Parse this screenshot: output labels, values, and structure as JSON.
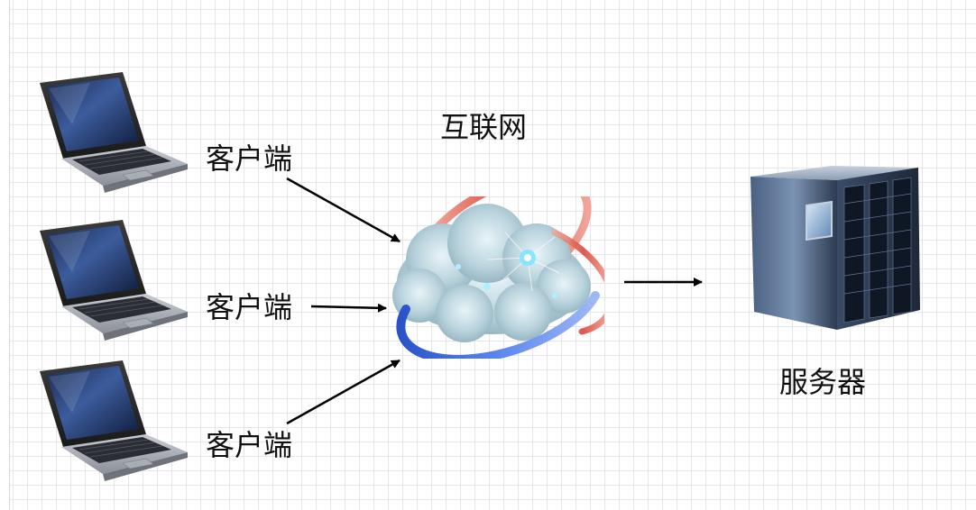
{
  "diagram": {
    "clients": [
      {
        "label": "客户端",
        "icon": "laptop-icon"
      },
      {
        "label": "客户端",
        "icon": "laptop-icon"
      },
      {
        "label": "客户端",
        "icon": "laptop-icon"
      }
    ],
    "internet": {
      "label": "互联网",
      "icon": "cloud-network-icon"
    },
    "server": {
      "label": "服务器",
      "icon": "server-rack-icon"
    },
    "colors": {
      "grid": "#e6e6e6",
      "arrow": "#000000",
      "ring_red": "#e05a4e",
      "ring_blue": "#3b67d8"
    }
  }
}
